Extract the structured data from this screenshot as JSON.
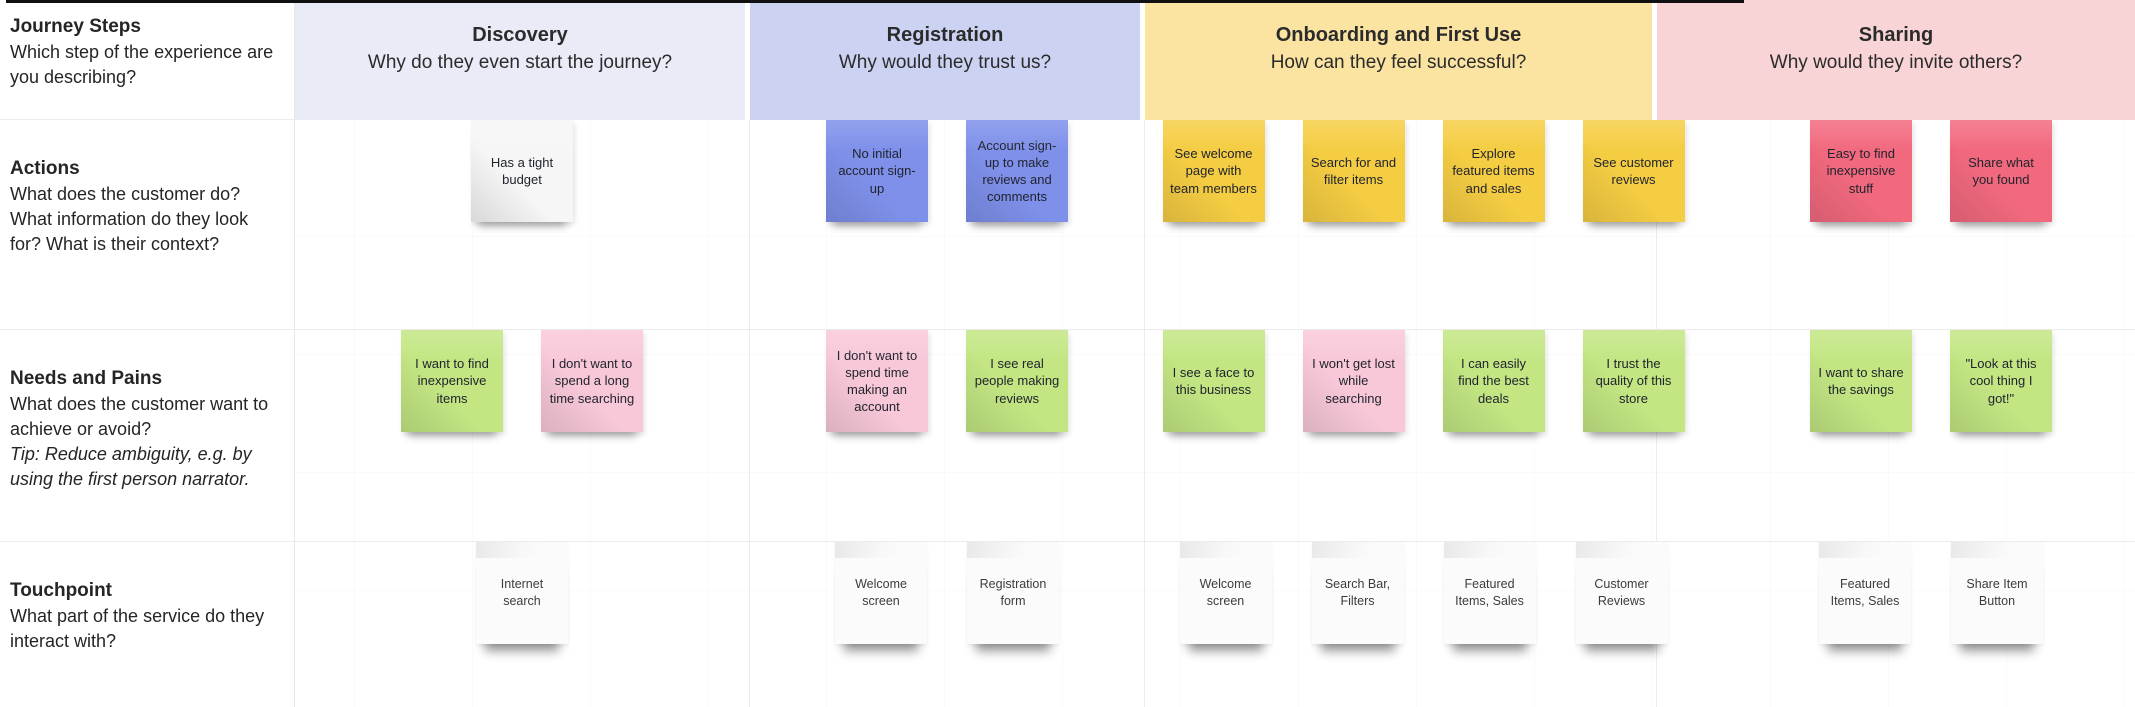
{
  "columns": [
    {
      "id": "discovery",
      "title": "Discovery",
      "subtitle": "Why do they even start the journey?",
      "header_bg": "#e9ebf7"
    },
    {
      "id": "registration",
      "title": "Registration",
      "subtitle": "Why would they trust us?",
      "header_bg": "#ccd3f2"
    },
    {
      "id": "onboarding",
      "title": "Onboarding and First Use",
      "subtitle": "How can they feel successful?",
      "header_bg": "#fbe3a2"
    },
    {
      "id": "sharing",
      "title": "Sharing",
      "subtitle": "Why would they invite others?",
      "header_bg": "#f8d4d6"
    }
  ],
  "rows": [
    {
      "id": "journey-steps",
      "title": "Journey Steps",
      "description": "Which step of the experience are you describing?"
    },
    {
      "id": "actions",
      "title": "Actions",
      "description": "What does the customer do? What information do they look for? What is their context?"
    },
    {
      "id": "needs-pains",
      "title": "Needs and Pains",
      "description": "What does the customer want to achieve or avoid?",
      "tip": "Tip: Reduce ambiguity, e.g. by using the first person narrator."
    },
    {
      "id": "touchpoint",
      "title": "Touchpoint",
      "description": "What part of the service do they interact with?"
    }
  ],
  "note_colors": {
    "purple": "#7e90ea",
    "yellow": "#f5cd43",
    "red": "#f2697e",
    "green": "#c3e683",
    "pink": "#f8c8d9",
    "white": "#f6f6f6",
    "paper": "#fbfbfb"
  },
  "cells": {
    "actions": {
      "discovery": [
        {
          "text": "Has a tight budget",
          "color": "white"
        }
      ],
      "registration": [
        {
          "text": "No initial account sign-up",
          "color": "purple"
        },
        {
          "text": "Account sign-up to make reviews and comments",
          "color": "purple"
        }
      ],
      "onboarding": [
        {
          "text": "See welcome page with team members",
          "color": "yellow"
        },
        {
          "text": "Search for and filter items",
          "color": "yellow"
        },
        {
          "text": "Explore featured items and sales",
          "color": "yellow"
        },
        {
          "text": "See customer reviews",
          "color": "yellow"
        }
      ],
      "sharing": [
        {
          "text": "Easy to find inexpensive stuff",
          "color": "red"
        },
        {
          "text": "Share what you found",
          "color": "red"
        }
      ]
    },
    "needs": {
      "discovery": [
        {
          "text": "I want to find inexpensive items",
          "color": "green"
        },
        {
          "text": "I don't want to spend a long time searching",
          "color": "pink"
        }
      ],
      "registration": [
        {
          "text": "I don't want to spend time making an account",
          "color": "pink"
        },
        {
          "text": "I see real people making reviews",
          "color": "green"
        }
      ],
      "onboarding": [
        {
          "text": "I see a face to this business",
          "color": "green"
        },
        {
          "text": "I won't get lost while searching",
          "color": "pink"
        },
        {
          "text": "I can easily find the best deals",
          "color": "green"
        },
        {
          "text": "I trust the quality of this store",
          "color": "green"
        }
      ],
      "sharing": [
        {
          "text": "I want to share the savings",
          "color": "green"
        },
        {
          "text": "\"Look at this cool thing I got!\"",
          "color": "green"
        }
      ]
    },
    "touchpoint": {
      "discovery": [
        {
          "text": "Internet search",
          "color": "paper"
        }
      ],
      "registration": [
        {
          "text": "Welcome screen",
          "color": "paper"
        },
        {
          "text": "Registration form",
          "color": "paper"
        }
      ],
      "onboarding": [
        {
          "text": "Welcome screen",
          "color": "paper"
        },
        {
          "text": "Search Bar, Filters",
          "color": "paper"
        },
        {
          "text": "Featured Items, Sales",
          "color": "paper"
        },
        {
          "text": "Customer Reviews",
          "color": "paper"
        }
      ],
      "sharing": [
        {
          "text": "Featured Items, Sales",
          "color": "paper"
        },
        {
          "text": "Share Item Button",
          "color": "paper"
        }
      ]
    }
  }
}
